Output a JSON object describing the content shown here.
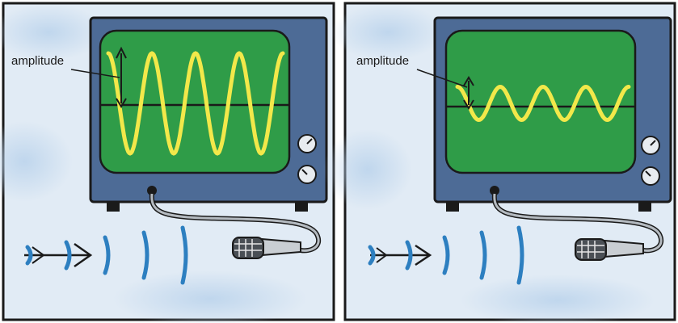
{
  "panels": [
    {
      "id": "loud",
      "label": "amplitude",
      "wave_amplitude": 1.0,
      "wave_cycles": 4,
      "sound_wave_fronts": 5
    },
    {
      "id": "quiet",
      "label": "amplitude",
      "wave_amplitude": 0.33,
      "wave_cycles": 4,
      "sound_wave_fronts": 5
    }
  ],
  "colors": {
    "sky": "#dfeaf5",
    "cloud": "#c7dcef",
    "monitor_body": "#4d6b96",
    "screen": "#2f9c48",
    "waveform": "#f2e84a",
    "sound_waves": "#2d7fc0",
    "arrow": "#1a1a1a",
    "cable": "#9aa0a6"
  }
}
